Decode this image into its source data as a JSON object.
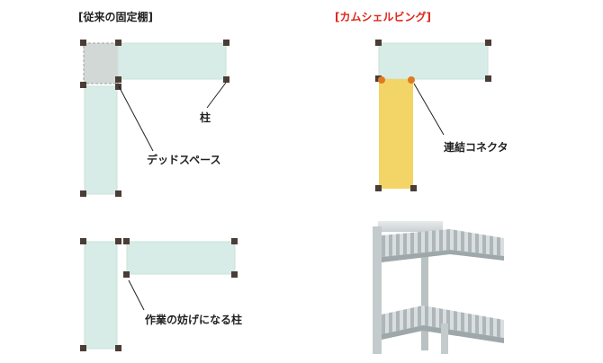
{
  "headings": {
    "conventional": "[従来の固定棚]",
    "camshelving": "[カムシェルビング]"
  },
  "labels": {
    "post": "柱",
    "dead_space": "デッドスペース",
    "connector": "連結コネクタ",
    "obstructing_post": "作業の妨げになる柱"
  },
  "colors": {
    "heading_conventional": "#222222",
    "heading_camshelving": "#e0251b",
    "shelf": "#d7ece6",
    "yellow_shelf": "#f3d466",
    "post": "#4a3d36",
    "connector": "#e07a20"
  },
  "photo": {
    "subject": "plastic-shelving-corner-photo"
  }
}
